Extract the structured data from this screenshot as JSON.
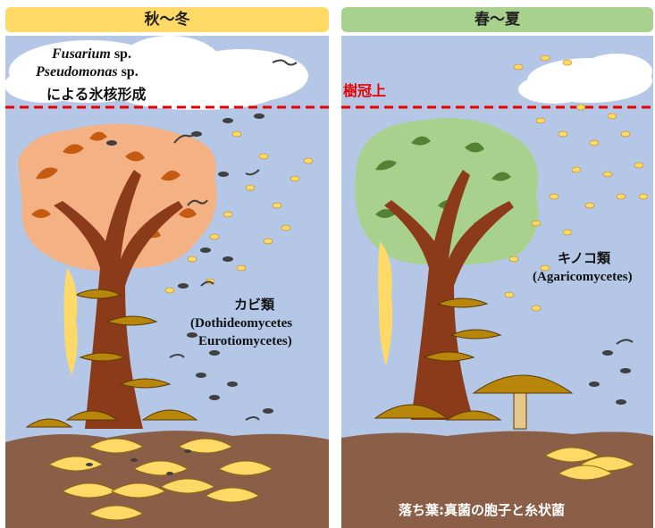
{
  "panels": {
    "autumn_winter": {
      "title": "秋〜冬",
      "ice_label": {
        "line1_genus": "Fusarium",
        "line1_suffix": " sp.",
        "line2_genus": "Pseudomonas",
        "line2_suffix": " sp.",
        "line3": "による氷核形成"
      },
      "mold_label": {
        "title": "カビ類",
        "line1": "(Dothideomycetes",
        "line2": "Eurotiomycetes)"
      }
    },
    "spring_summer": {
      "title": "春〜夏",
      "canopy_label": "樹冠上",
      "mushroom_label": {
        "title": "キノコ類",
        "line1": "(Agaricomycetes)"
      },
      "litter_label": "落ち葉:真菌の胞子と糸状菌"
    }
  },
  "colors": {
    "sky": "#b4c7e7",
    "soil": "#8b5e48",
    "trunk": "#8b3a1a",
    "autumn_canopy": "#f4b183",
    "summer_canopy": "#a9d18e",
    "spore_yellow": "#ffd966",
    "spore_dark": "#404040",
    "canopy_line": "#e60000"
  }
}
